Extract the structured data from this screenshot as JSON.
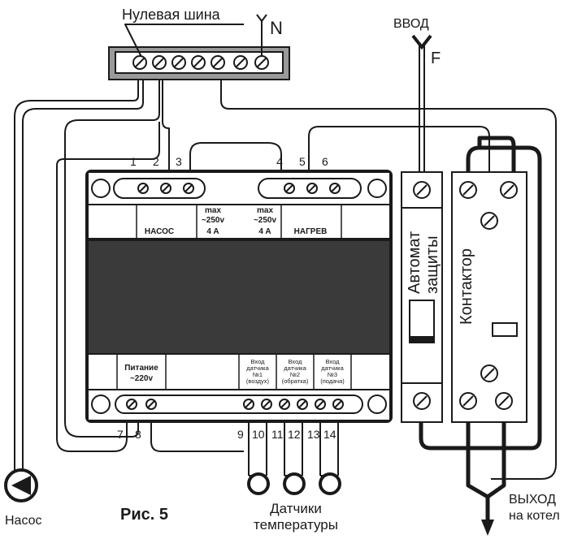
{
  "neutral_bus": {
    "label": "Нулевая шина",
    "n_label": "N"
  },
  "input": {
    "label": "ВВОД",
    "f_label": "F"
  },
  "controller": {
    "top_numbers": [
      "1",
      "2",
      "3",
      "4",
      "5",
      "6"
    ],
    "pump_relay": {
      "max": "max",
      "voltage": "~250v",
      "current": "4",
      "unit": "A",
      "name": "НАСОС"
    },
    "heat_relay": {
      "max": "max",
      "voltage": "~250v",
      "current": "4",
      "unit": "A",
      "name": "НАГРЕВ"
    },
    "power": {
      "line1": "Питание",
      "line2": "~220v"
    },
    "sensor1": {
      "l1": "Вход",
      "l2": "датчика",
      "l3": "№1",
      "l4": "(воздух)"
    },
    "sensor2": {
      "l1": "Вход",
      "l2": "датчика",
      "l3": "№2",
      "l4": "(обратка)"
    },
    "sensor3": {
      "l1": "Вход",
      "l2": "датчика",
      "l3": "№3",
      "l4": "(подача)"
    },
    "bottom_numbers": [
      "7",
      "8",
      "9",
      "10",
      "11",
      "12",
      "13",
      "14"
    ]
  },
  "breaker": {
    "line1": "Автомат",
    "line2": "защиты"
  },
  "contactor": {
    "label": "Контактор"
  },
  "pump": {
    "label": "Насос"
  },
  "figure_caption": "Рис. 5",
  "sensors_caption": {
    "line1": "Датчики",
    "line2": "температуры"
  },
  "output": {
    "line1": "ВЫХОД",
    "line2": "на котел"
  }
}
